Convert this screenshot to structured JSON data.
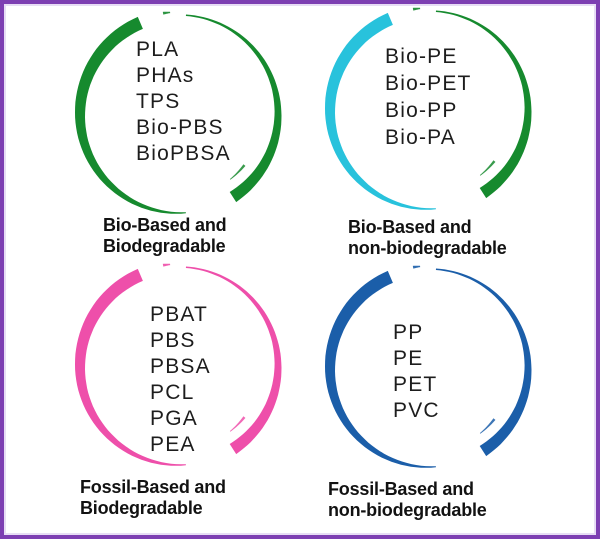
{
  "frame": {
    "border_color": "#7d3fb2",
    "background": "#ffffff"
  },
  "quadrants": [
    {
      "id": "bio-based-biodegradable",
      "items": [
        "PLA",
        "PHAs",
        "TPS",
        "Bio-PBS",
        "BioPBSA"
      ],
      "label_lines": [
        "Bio-Based and",
        "Biodegradable"
      ],
      "arc_left_color": "#168a2e",
      "arc_right_color": "#168a2e"
    },
    {
      "id": "bio-based-non-biodegradable",
      "items": [
        "Bio-PE",
        "Bio-PET",
        "Bio-PP",
        "Bio-PA"
      ],
      "label_lines": [
        "Bio-Based and",
        "non-biodegradable"
      ],
      "arc_left_color": "#28c2dc",
      "arc_right_color": "#168a2e"
    },
    {
      "id": "fossil-based-biodegradable",
      "items": [
        "PBAT",
        "PBS",
        "PBSA",
        "PCL",
        "PGA",
        "PEA"
      ],
      "label_lines": [
        "Fossil-Based and",
        "Biodegradable"
      ],
      "arc_left_color": "#ee4faa",
      "arc_right_color": "#ee4faa"
    },
    {
      "id": "fossil-based-non-biodegradable",
      "items": [
        "PP",
        "PE",
        "PET",
        "PVC"
      ],
      "label_lines": [
        "Fossil-Based and",
        "non-biodegradable"
      ],
      "arc_left_color": "#1b5ea9",
      "arc_right_color": "#1b5ea9"
    }
  ],
  "text_color": "#1d1d1d"
}
